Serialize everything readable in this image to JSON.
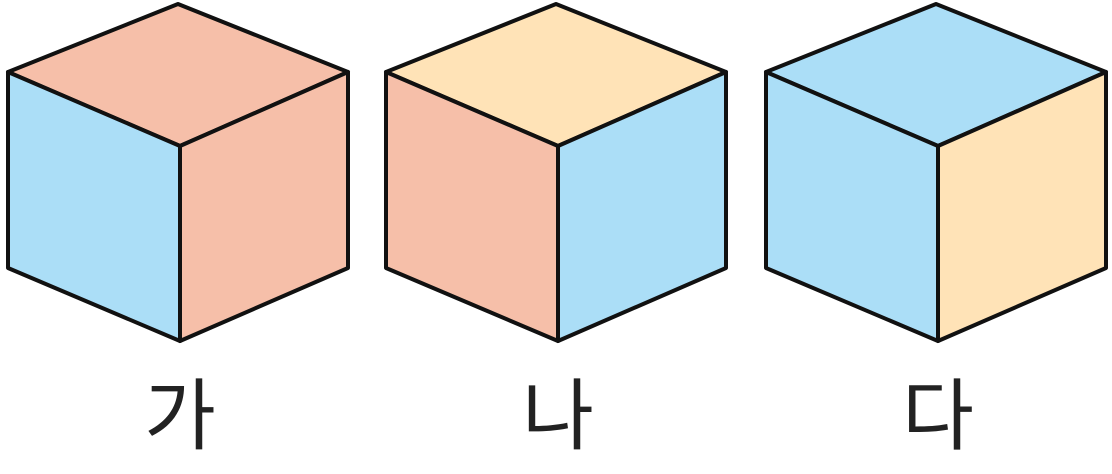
{
  "colors": {
    "blue": "#ABDEF7",
    "pink": "#F6BFA9",
    "yellow": "#FFE3B7",
    "outline": "#111111"
  },
  "cubes": [
    {
      "label": "가",
      "top": "pink",
      "left": "blue",
      "right": "pink"
    },
    {
      "label": "나",
      "top": "yellow",
      "left": "pink",
      "right": "blue"
    },
    {
      "label": "다",
      "top": "blue",
      "left": "blue",
      "right": "yellow"
    }
  ]
}
